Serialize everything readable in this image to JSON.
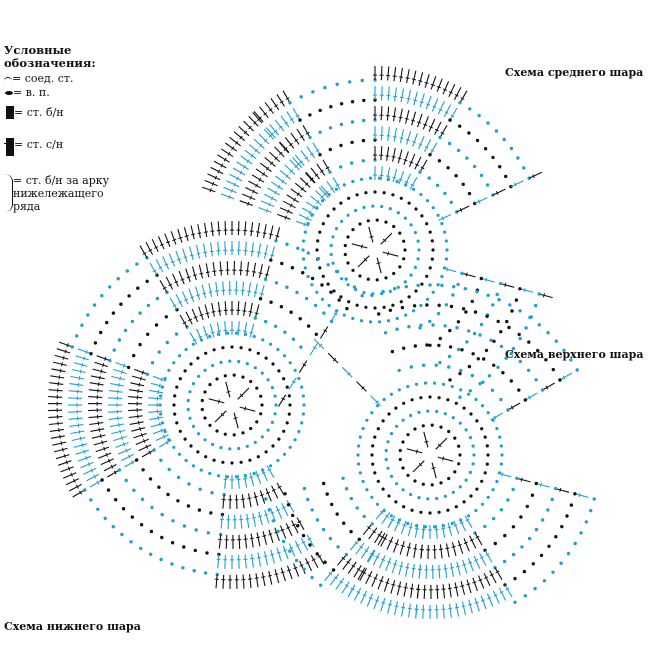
{
  "legend": {
    "title": "Условные обозначения:",
    "items": [
      {
        "icon": "slip-stitch-arc-icon",
        "text": "= соед. ст."
      },
      {
        "icon": "chain-dot-icon",
        "text": "= в. п."
      },
      {
        "icon": "single-crochet-bar-icon",
        "text": "= ст. б/н"
      },
      {
        "icon": "double-crochet-bar-icon",
        "text": "= ст. с/н"
      },
      {
        "icon": "brace-icon",
        "text": "= ст. б/н за арку\nнижележащего\nряда"
      }
    ]
  },
  "labels": {
    "middle": "Схема среднего шара",
    "top": "Схема верхнего шара",
    "bottom": "Схема нижнего шара"
  },
  "colors": {
    "ink": "#111111",
    "accent": "#1f9fd0"
  }
}
